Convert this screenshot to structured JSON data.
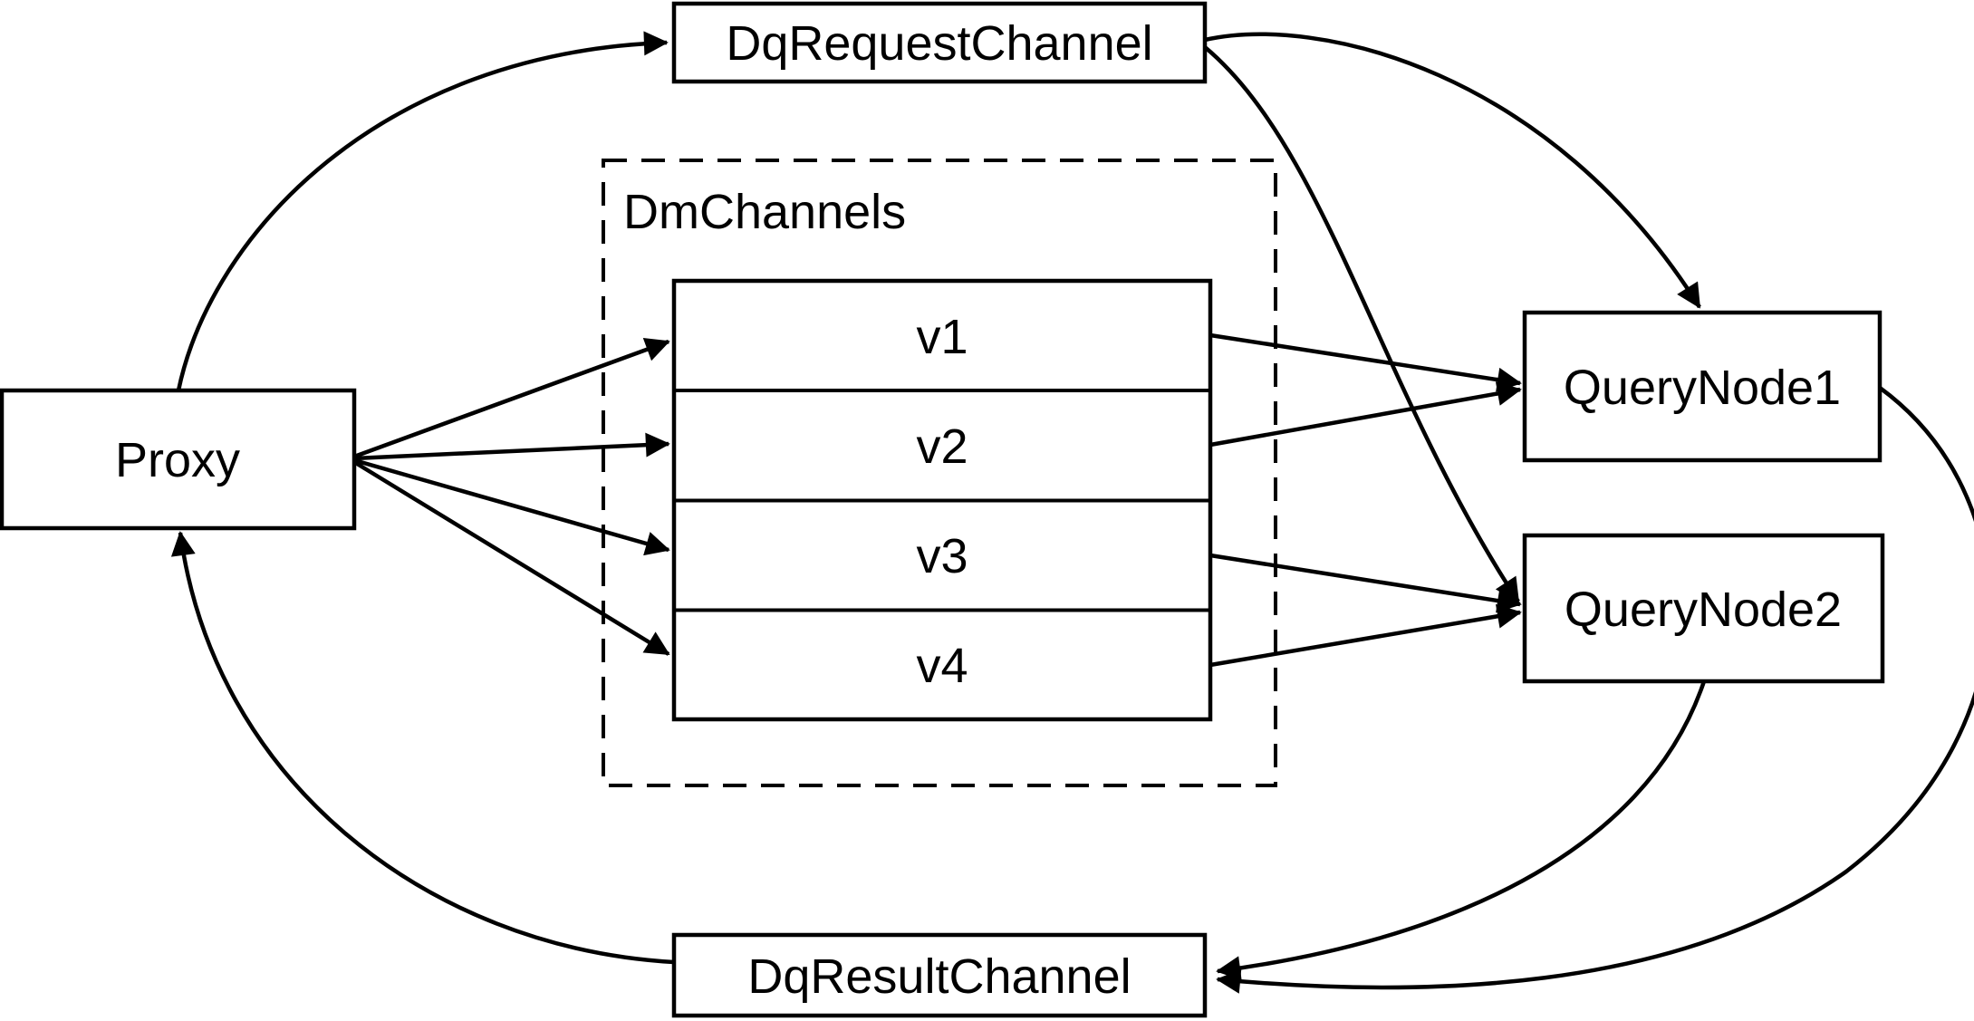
{
  "diagram": {
    "background_color": "#ffffff",
    "line_color": "#000000",
    "nodes": {
      "proxy": {
        "label": "Proxy"
      },
      "dq_request_channel": {
        "label": "DqRequestChannel"
      },
      "dm_channels_group": {
        "label": "DmChannels"
      },
      "channels": [
        {
          "label": "v1"
        },
        {
          "label": "v2"
        },
        {
          "label": "v3"
        },
        {
          "label": "v4"
        }
      ],
      "query_node_1": {
        "label": "QueryNode1"
      },
      "query_node_2": {
        "label": "QueryNode2"
      },
      "dq_result_channel": {
        "label": "DqResultChannel"
      }
    },
    "edges": [
      {
        "from": "Proxy",
        "to": "DqRequestChannel"
      },
      {
        "from": "DqRequestChannel",
        "to": "QueryNode1"
      },
      {
        "from": "DqRequestChannel",
        "to": "QueryNode2"
      },
      {
        "from": "Proxy",
        "to": "v1"
      },
      {
        "from": "Proxy",
        "to": "v2"
      },
      {
        "from": "Proxy",
        "to": "v3"
      },
      {
        "from": "Proxy",
        "to": "v4"
      },
      {
        "from": "v1",
        "to": "QueryNode1"
      },
      {
        "from": "v2",
        "to": "QueryNode1"
      },
      {
        "from": "v3",
        "to": "QueryNode2"
      },
      {
        "from": "v4",
        "to": "QueryNode2"
      },
      {
        "from": "QueryNode1",
        "to": "DqResultChannel"
      },
      {
        "from": "QueryNode2",
        "to": "DqResultChannel"
      },
      {
        "from": "DqResultChannel",
        "to": "Proxy"
      }
    ]
  }
}
